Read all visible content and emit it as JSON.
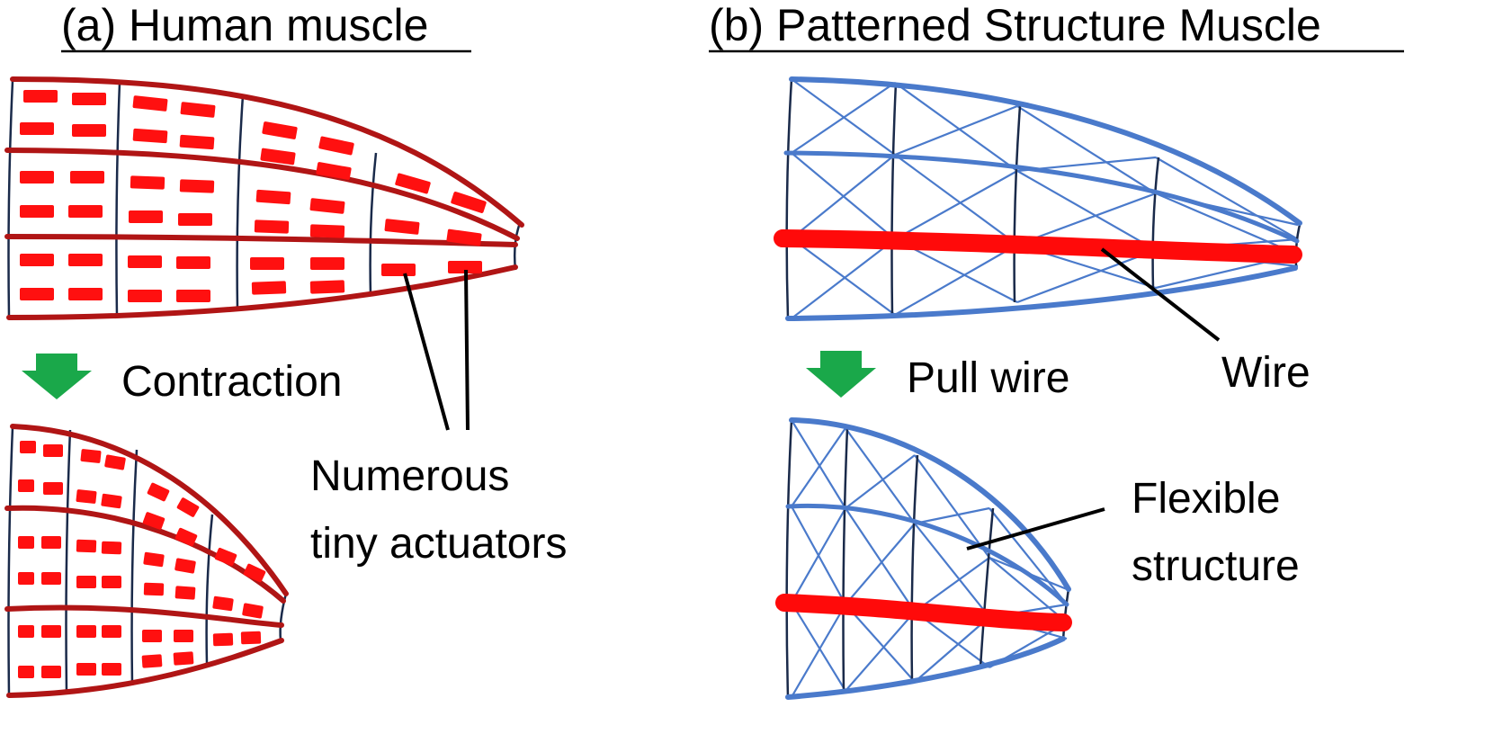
{
  "panel_a": {
    "title": "(a) Human muscle",
    "arrow_label": "Contraction",
    "actuator_label_line1": "Numerous",
    "actuator_label_line2": "tiny actuators"
  },
  "panel_b": {
    "title": "(b) Patterned Structure Muscle",
    "arrow_label": "Pull wire",
    "wire_label": "Wire",
    "structure_label_line1": "Flexible",
    "structure_label_line2": "structure"
  },
  "colors": {
    "fiber": "#b01515",
    "actuator": "#ff1010",
    "structure": "#4a7acb",
    "wire": "#ff0a0a",
    "arrow": "#1aa84a"
  }
}
